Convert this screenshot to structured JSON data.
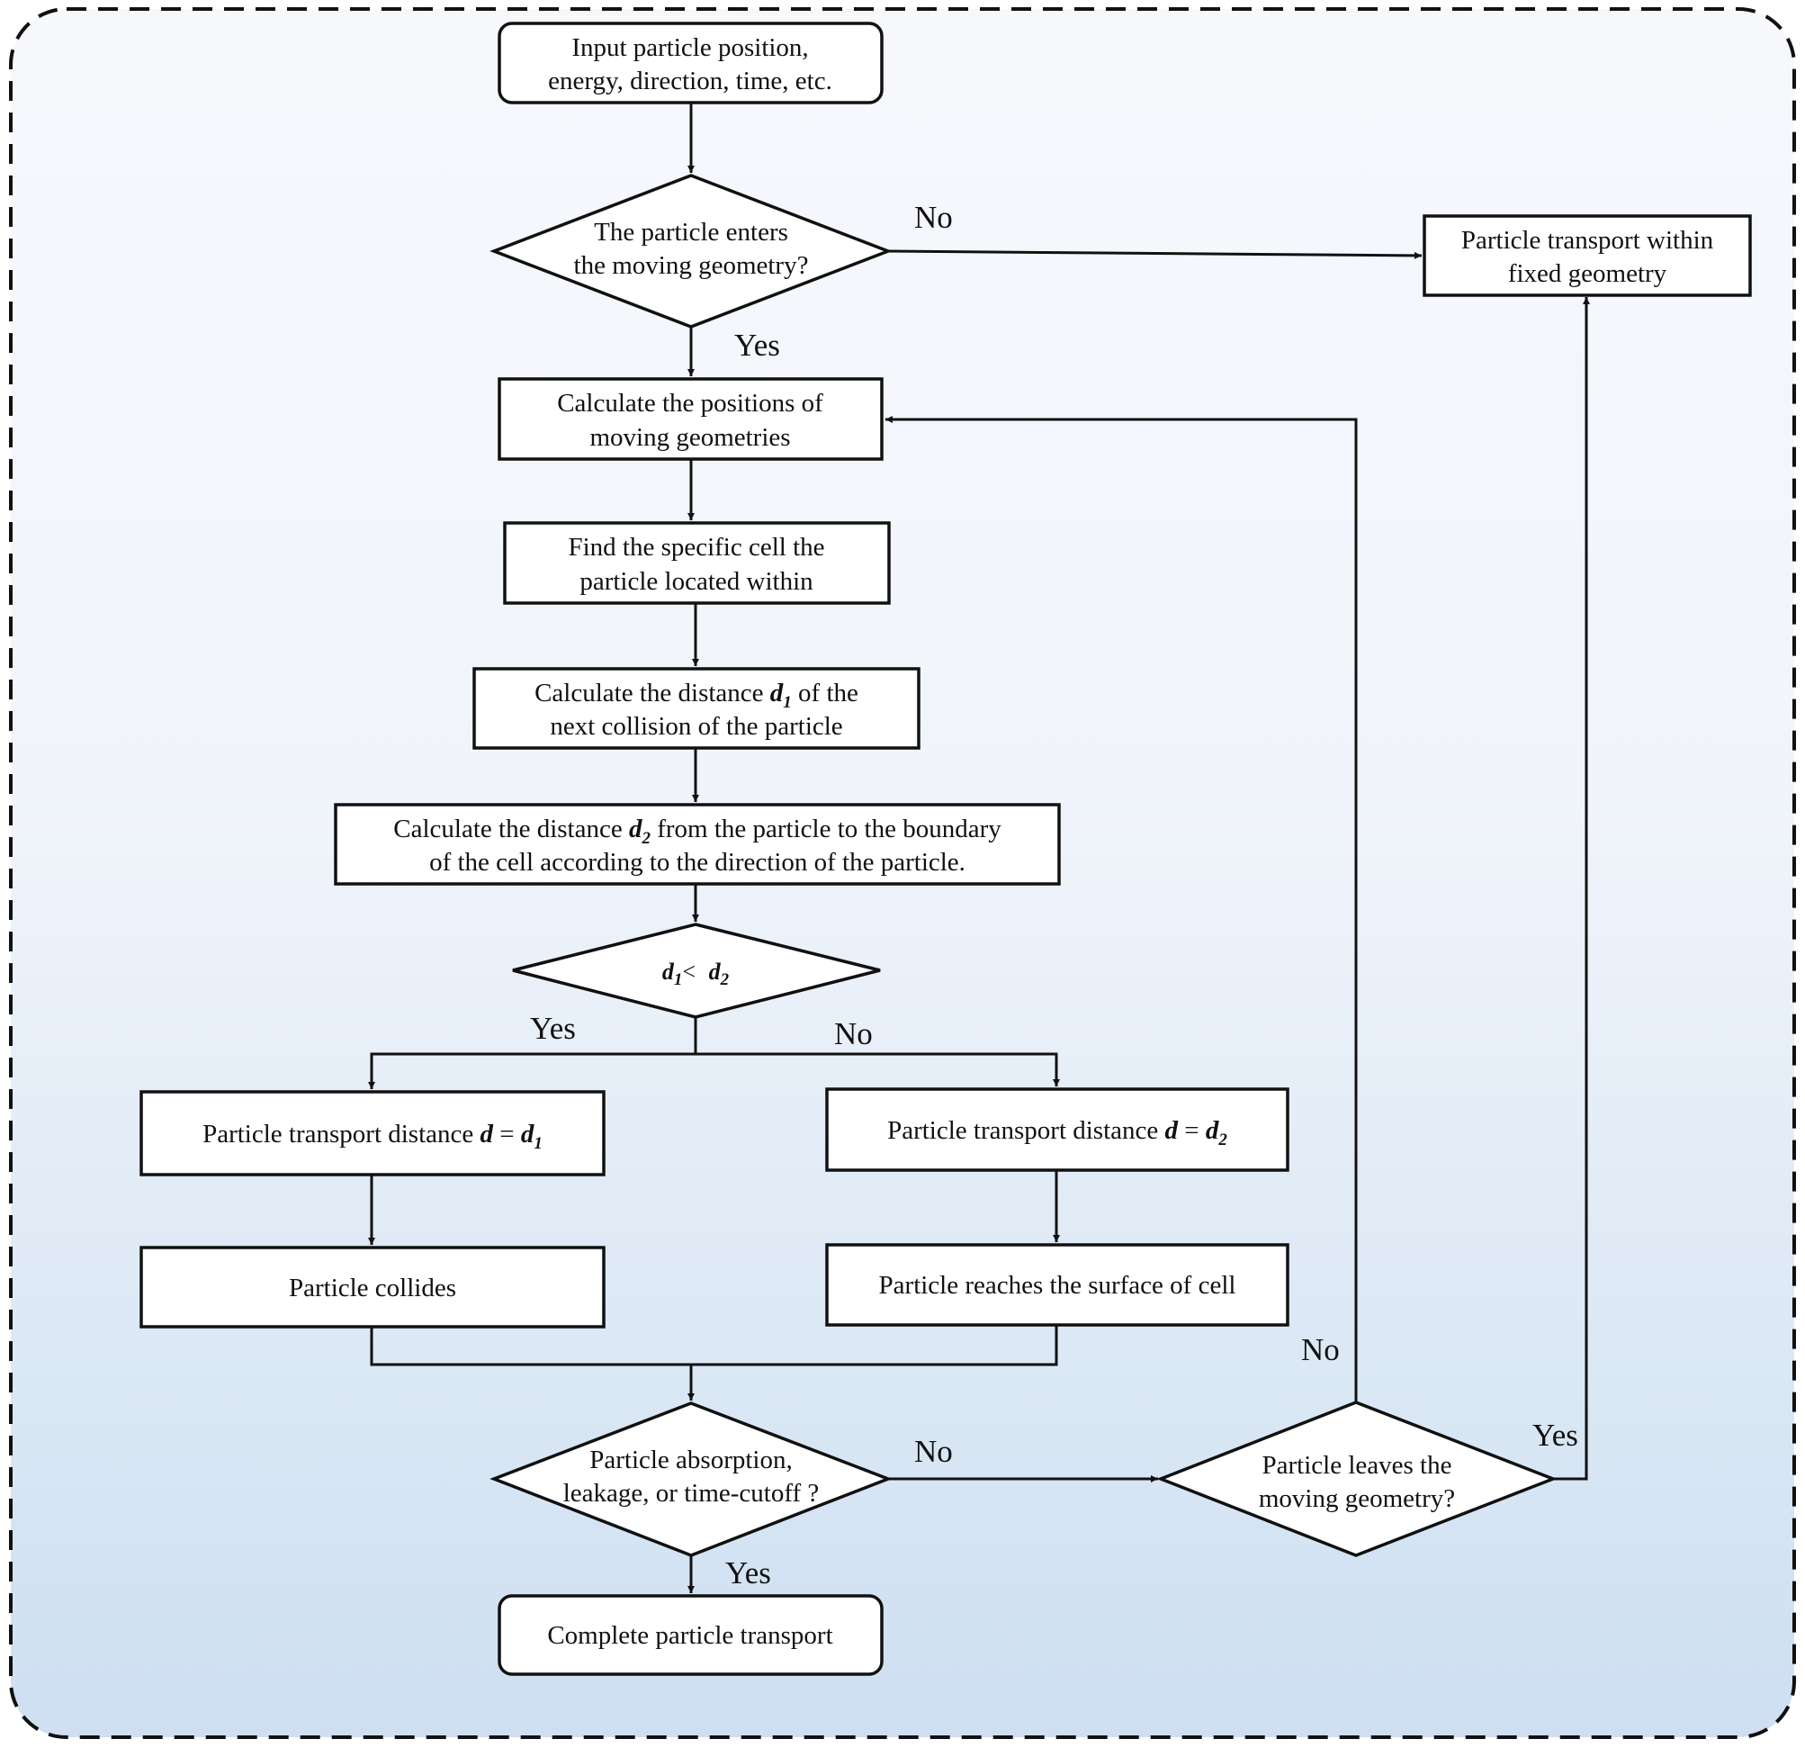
{
  "nodes": {
    "input": {
      "line1": "Input particle position,",
      "line2": "energy, direction, time, etc."
    },
    "enters": {
      "line1": "The particle enters",
      "line2": "the moving geometry?"
    },
    "fixed": {
      "line1": "Particle transport within",
      "line2": "fixed geometry"
    },
    "calcpos": {
      "line1": "Calculate the positions of",
      "line2": "moving geometries"
    },
    "findcell": {
      "line1": "Find the specific cell the",
      "line2": "particle located within"
    },
    "calcd1": {
      "pre": "Calculate the distance ",
      "var": "d",
      "sub": "1",
      "post": " of the",
      "line2": "next collision of the particle"
    },
    "calcd2": {
      "pre": "Calculate the distance ",
      "var": "d",
      "sub": "2",
      "post": " from the particle to the boundary",
      "line2": "of the cell according to the direction of the particle."
    },
    "compare": {
      "var1": "d",
      "sub1": "1",
      "op": "< ",
      "var2": "d",
      "sub2": "2"
    },
    "dist1": {
      "pre": "Particle transport distance ",
      "var": "d",
      "eq": " = ",
      "var2": "d",
      "sub": "1"
    },
    "dist2": {
      "pre": "Particle transport distance ",
      "var": "d",
      "eq": " = ",
      "var2": "d",
      "sub": "2"
    },
    "collides": {
      "line1": "Particle collides"
    },
    "surface": {
      "line1": "Particle reaches the surface of cell"
    },
    "absorb": {
      "line1": "Particle absorption,",
      "line2": "leakage, or time-cutoff ?"
    },
    "leaves": {
      "line1": "Particle leaves the",
      "line2": "moving geometry?"
    },
    "complete": {
      "line1": "Complete particle transport"
    }
  },
  "edge_labels": {
    "enters_no": "No",
    "enters_yes": "Yes",
    "compare_yes": "Yes",
    "compare_no": "No",
    "absorb_no": "No",
    "absorb_yes": "Yes",
    "leaves_no": "No",
    "leaves_yes": "Yes"
  },
  "colors": {
    "background_top": "#f6f8fc",
    "background_bottom": "#cddff1",
    "stroke": "#111111",
    "node_fill": "#ffffff"
  }
}
